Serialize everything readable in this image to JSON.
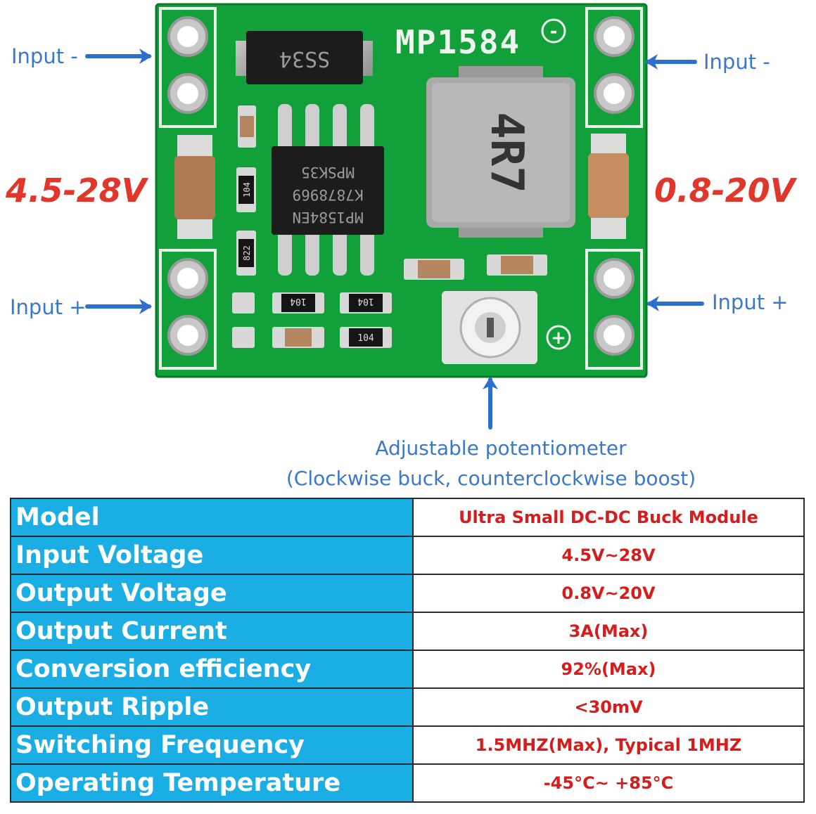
{
  "labels": {
    "input_minus_left": "Input -",
    "input_minus_right": "Input -",
    "input_plus_left": "Input +",
    "input_plus_right": "Input +",
    "input_voltage_range": "4.5-28V",
    "output_voltage_range": "0.8-20V",
    "potentiometer_title": "Adjustable potentiometer",
    "potentiometer_note": "(Clockwise buck, counterclockwise boost)"
  },
  "board": {
    "silkscreen_model": "MP1584",
    "diode_marking": "SS34",
    "inductor_marking": "4R7",
    "ic_line1": "MP1584EN",
    "ic_line2": "K7878969",
    "ic_line3": "MPSK35",
    "resistor_104": "104",
    "resistor_822": "822",
    "minus_symbol": "-",
    "plus_symbol": "+"
  },
  "colors": {
    "label_blue": "#3a78c9",
    "voltage_red": "#e2362b",
    "pcb_green": "#12a03a",
    "table_header_blue": "#1aaee5",
    "table_value_red": "#d81b1b"
  },
  "spec_table": [
    {
      "key": "Model",
      "value": "Ultra Small DC-DC Buck Module"
    },
    {
      "key": "Input Voltage",
      "value": "4.5V~28V"
    },
    {
      "key": "Output Voltage",
      "value": "0.8V~20V"
    },
    {
      "key": "Output Current",
      "value": "3A(Max)"
    },
    {
      "key": "Conversion efficiency",
      "value": "92%(Max)"
    },
    {
      "key": "Output Ripple",
      "value": "<30mV"
    },
    {
      "key": "Switching Frequency",
      "value": "1.5MHZ(Max), Typical 1MHZ"
    },
    {
      "key": "Operating Temperature",
      "value": "-45°C~ +85°C"
    }
  ]
}
